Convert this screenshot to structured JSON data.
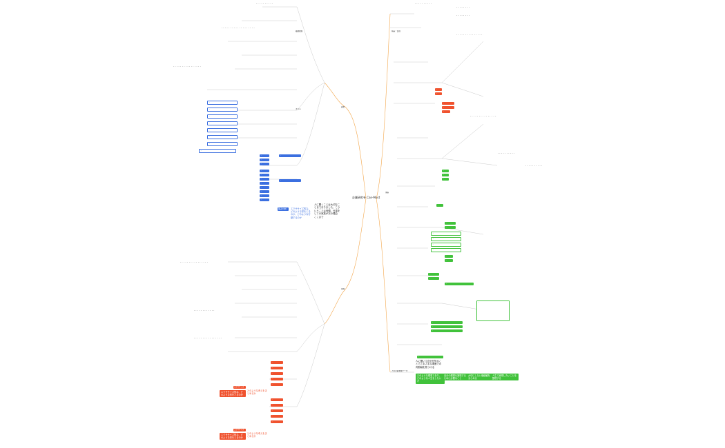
{
  "root": {
    "label": "企業研究を Can-Must"
  },
  "branches": {
    "upper_left": "過去",
    "lower_left": "現在",
    "right": "未来"
  },
  "left_labels": {
    "work_history": "職務経験",
    "skills": "スキル",
    "left_badge": "強み分析",
    "left_question": "エクササイズ的な、どのような形をとるのか、どのような行動するのか",
    "left_summary": "人に聞くことは大切なことまでおりました、こういうことは信頼、仕事をしての家族が次の理由 ここまで"
  },
  "right_labels": {
    "goals": "将来・目標",
    "theme": "人生の最重要テーマ",
    "bottom_note": "人に聞いて自分を知ることでさまざまな場面での判断軸を見つける",
    "q1": "どのような理想であり、どのような人生をしたいか",
    "q2": "自分の理想を実現するために必要なこと",
    "q3": "大切にしたい価値観をまとめる",
    "q4": "人生で実現したいことを整理する"
  },
  "lower_left_labels": {
    "red_q": "エクササイズ的な、どのような形をとるのか",
    "red_tag1": "エクササイズ",
    "red_tag2": "どのような考えをまとめるか"
  },
  "colors": {
    "blue": "#3b6fe0",
    "green": "#41c23b",
    "red": "#f0522e",
    "orange_line": "#f3a64a",
    "gray_line": "#bbbbbb"
  }
}
